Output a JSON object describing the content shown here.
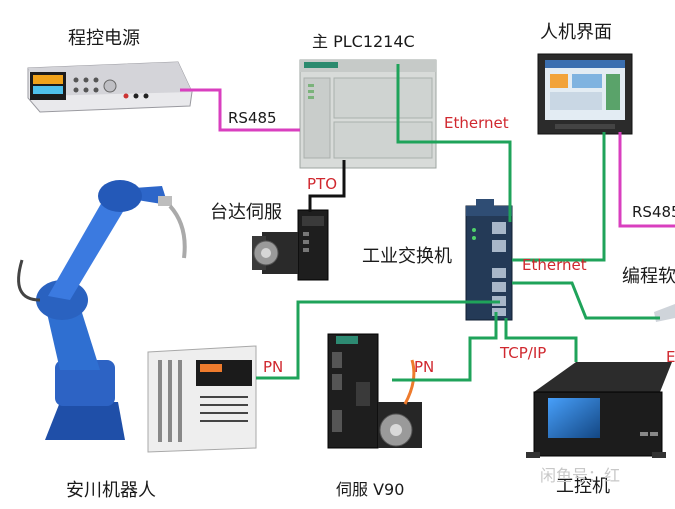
{
  "devices": {
    "power_supply": "程控电源",
    "plc": "主 PLC1214C",
    "hmi": "人机界面",
    "servo_delta": "台达伺服",
    "switch": "工业交换机",
    "programmer": "编程软",
    "robot": "安川机器人",
    "servo_v90": "伺服 V90",
    "ipc": "工控机"
  },
  "links": {
    "rs485_left": "RS485",
    "rs485_right": "RS485",
    "ethernet_plc": "Ethernet",
    "ethernet_prog": "Ethernet",
    "pto": "PTO",
    "pn_robot": "PN",
    "pn_v90": "PN",
    "tcpip": "TCP/IP",
    "edge_e": "E"
  },
  "watermark": "闲鱼号：红",
  "colors": {
    "green_line": "#1fa35a",
    "magenta_line": "#d93fbf",
    "black_line": "#111111",
    "label_red": "#d0282f"
  }
}
